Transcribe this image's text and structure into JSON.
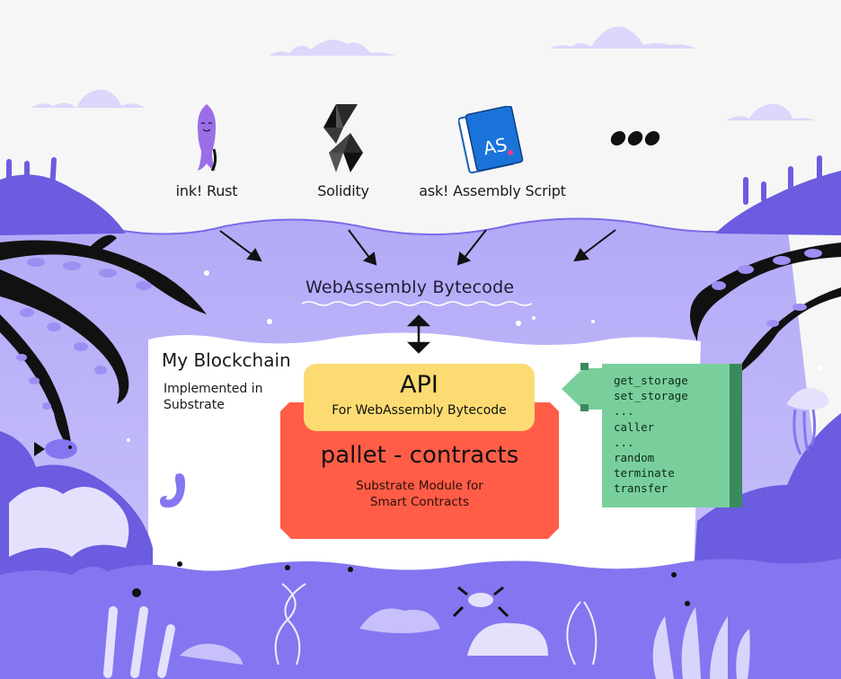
{
  "languages": [
    {
      "label": "ink! Rust",
      "icon": "squid-icon"
    },
    {
      "label": "Solidity",
      "icon": "solidity-logo-icon"
    },
    {
      "label": "ask! Assembly Script",
      "icon": "assemblyscript-book-icon",
      "icon_text": "AS"
    },
    {
      "label": "",
      "icon": "more-dots-icon"
    }
  ],
  "bytecode": {
    "label": "WebAssembly Bytecode"
  },
  "blockchain": {
    "title": "My Blockchain",
    "subtitle": "Implemented in Substrate"
  },
  "api": {
    "title": "API",
    "subtitle": "For WebAssembly Bytecode"
  },
  "pallet": {
    "title": "pallet - contracts",
    "subtitle_line1": "Substrate Module for",
    "subtitle_line2": "Smart Contracts"
  },
  "functions": {
    "items": [
      "get_storage",
      "set_storage",
      "...",
      "caller",
      "...",
      "random",
      "terminate",
      "transfer"
    ]
  },
  "colors": {
    "background": "#f6f6f6",
    "water": "#b8b0f8",
    "seabed": "#8476f0",
    "deep_purple": "#6b5ce0",
    "api_yellow": "#fddb73",
    "pallet_red": "#ff5d47",
    "function_green": "#79cf9c",
    "function_dark_green": "#3a8a5e"
  }
}
